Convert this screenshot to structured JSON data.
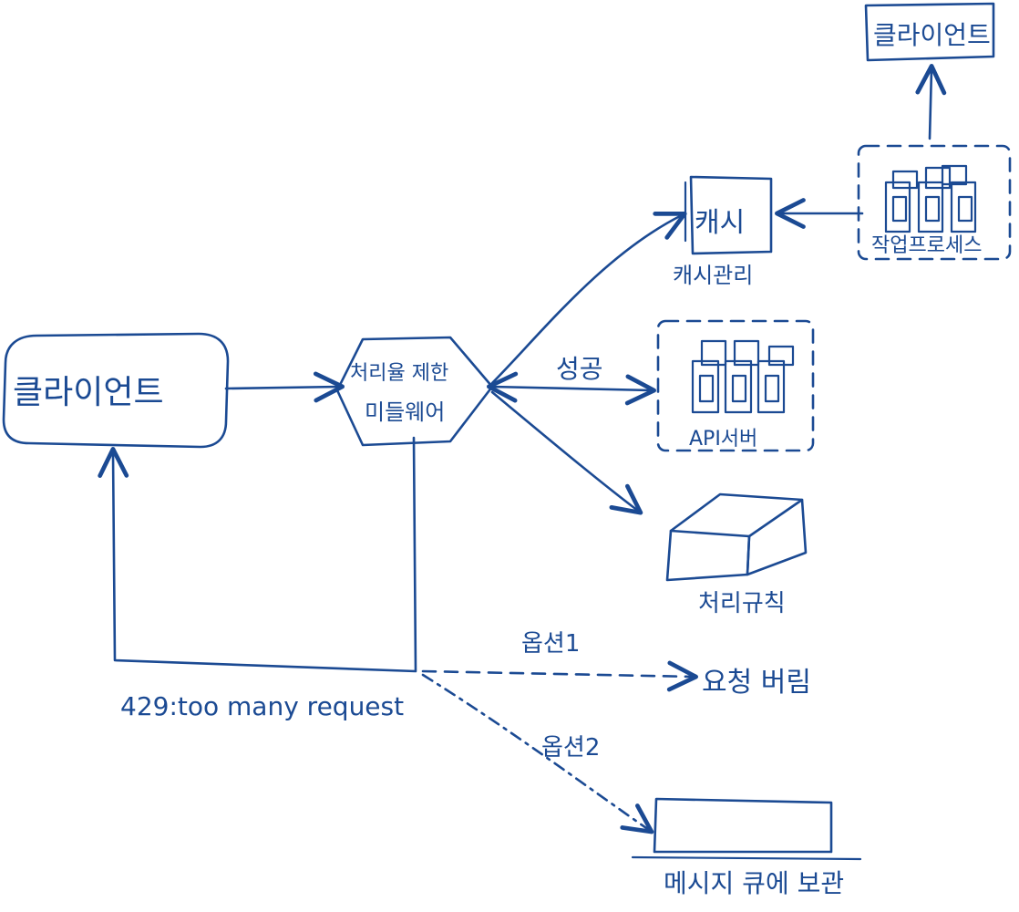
{
  "nodes": {
    "client_main": "클라이언트",
    "client_top": "클라이언트",
    "middleware_line1": "처리율 제한",
    "middleware_line2": "미들웨어",
    "cache": "캐시",
    "cache_label": "캐시관리",
    "workers_label": "작업프로세스",
    "api_servers_label": "API서버",
    "rules_label": "처리규칙",
    "queue_label": "메시지 큐에 보관"
  },
  "edges": {
    "success": "성공",
    "rejected": "429:too many request",
    "option1": "옵션1",
    "option2": "옵션2",
    "option1_target": "요청 버림"
  },
  "colors": {
    "ink": "#1b4a93",
    "background": "#ffffff"
  }
}
